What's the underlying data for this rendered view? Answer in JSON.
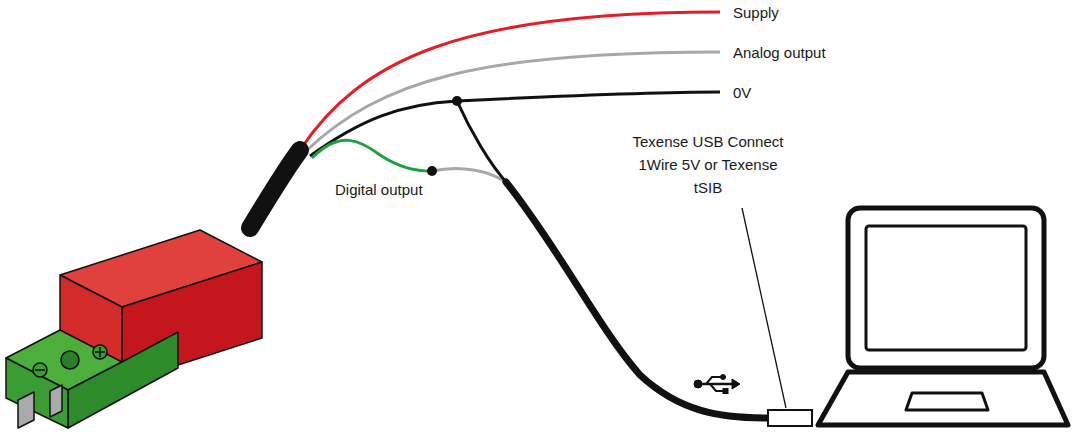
{
  "diagram": {
    "labels": [
      "Supply",
      "Analog output",
      "0V",
      "Digital output",
      "Texense USB Connect 1Wire 5V or Texense tSIB"
    ]
  }
}
